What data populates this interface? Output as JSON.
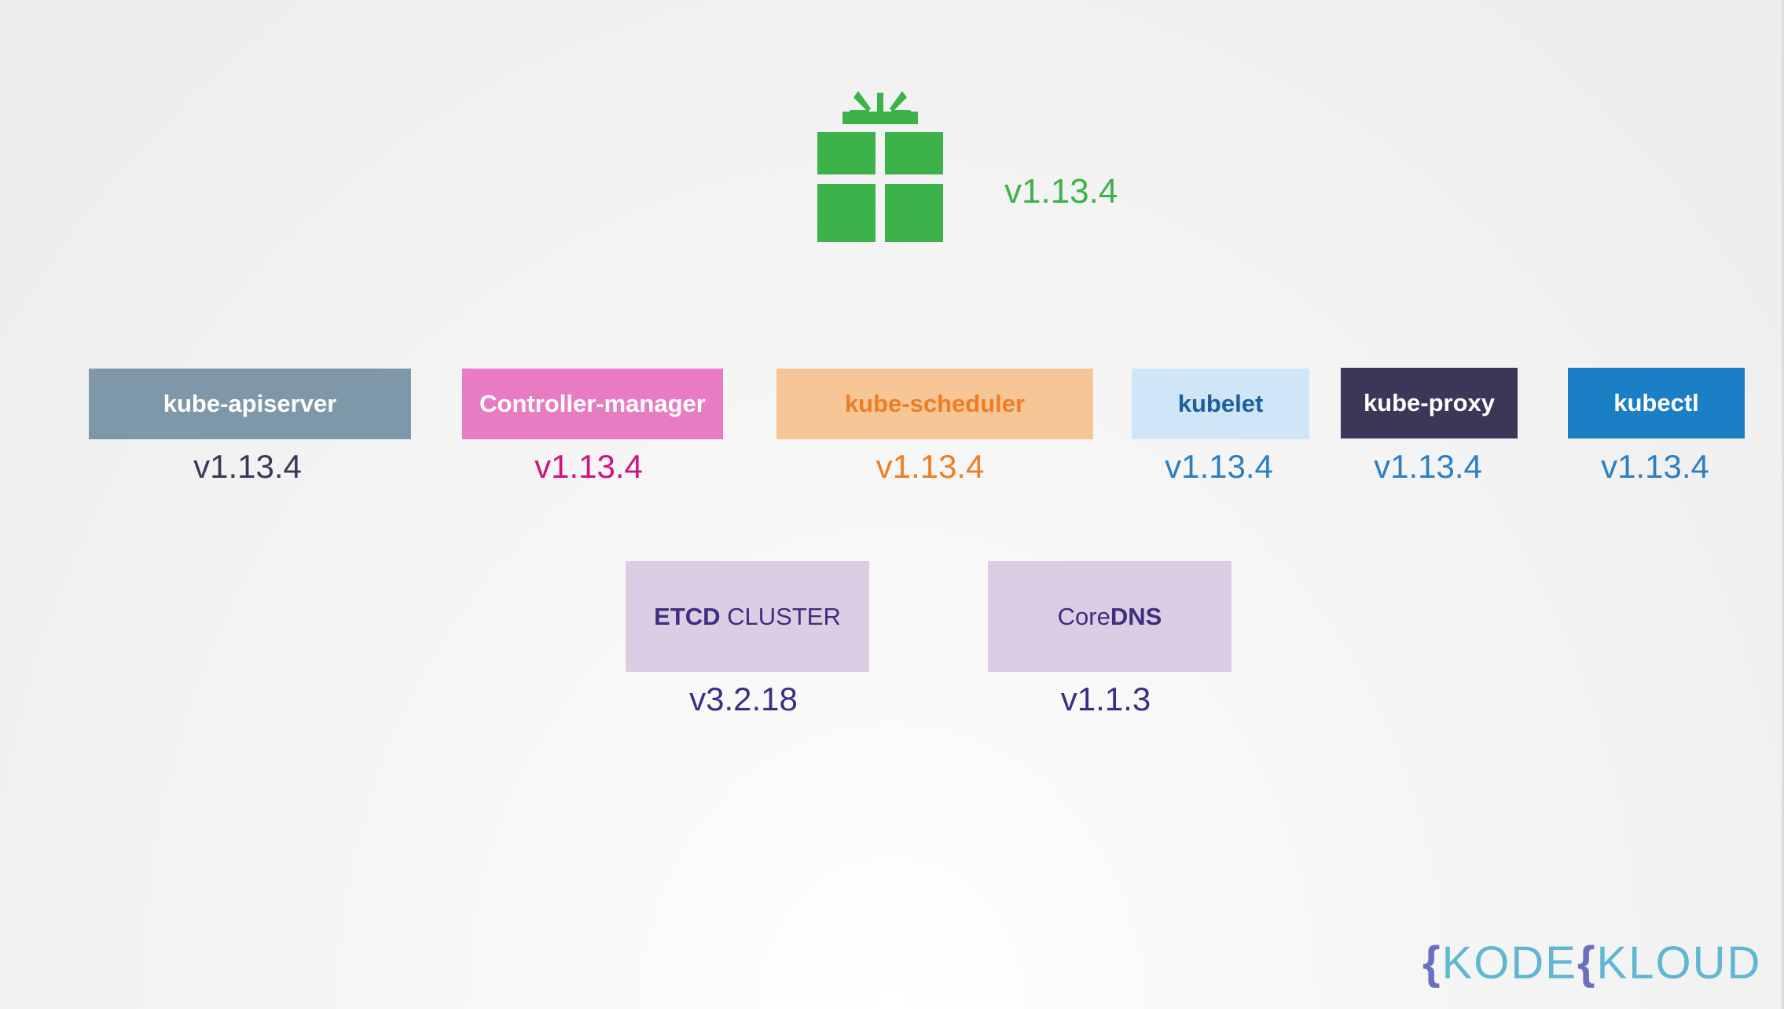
{
  "package": {
    "icon": "gift-icon",
    "version": "v1.13.4",
    "color": "#3bb34a"
  },
  "components": [
    {
      "name": "kube-apiserver",
      "version": "v1.13.4",
      "bg": "#7f98a9",
      "fg": "#ffffff",
      "vcolor": "#3b3858"
    },
    {
      "name": "Controller-manager",
      "version": "v1.13.4",
      "bg": "#e87cc3",
      "fg": "#ffffff",
      "vcolor": "#d2127e"
    },
    {
      "name": "kube-scheduler",
      "version": "v1.13.4",
      "bg": "#f6c697",
      "fg": "#ef7d22",
      "vcolor": "#ef7d22"
    },
    {
      "name": "kubelet",
      "version": "v1.13.4",
      "bg": "#cfe6f6",
      "fg": "#1a5fa0",
      "vcolor": "#2b7fc2"
    },
    {
      "name": "kube-proxy",
      "version": "v1.13.4",
      "bg": "#3d3658",
      "fg": "#ffffff",
      "vcolor": "#2b7fc2"
    },
    {
      "name": "kubectl",
      "version": "v1.13.4",
      "bg": "#1b7fc6",
      "fg": "#ffffff",
      "vcolor": "#2b7fc2"
    }
  ],
  "etcd": {
    "label_bold": "ETCD",
    "label_rest": " CLUSTER",
    "version": "v3.2.18"
  },
  "coredns": {
    "label_regular": "Core",
    "label_bold": "DNS",
    "version": "v1.1.3"
  },
  "logo": {
    "left_brace": "{",
    "first": "KODE",
    "right_brace": "{",
    "second": "KLOUD"
  }
}
